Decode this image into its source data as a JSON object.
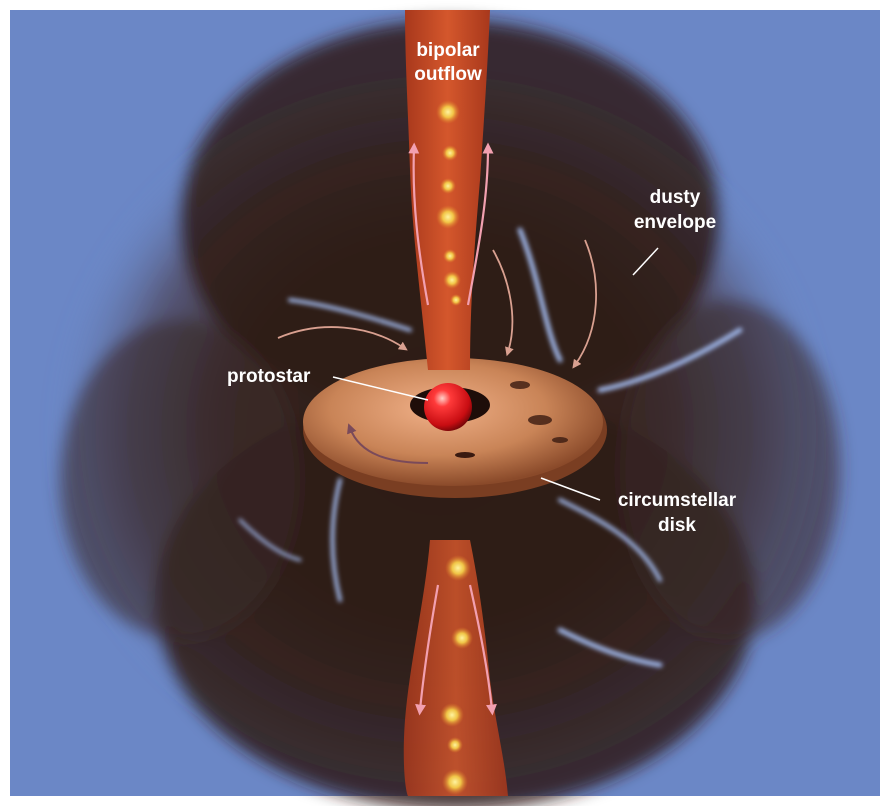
{
  "labels": {
    "outflow_line1": "bipolar",
    "outflow_line2": "outflow",
    "envelope_line1": "dusty",
    "envelope_line2": "envelope",
    "protostar": "protostar",
    "disk_line1": "circumstellar",
    "disk_line2": "disk"
  },
  "colors": {
    "background": "#6b87c6",
    "envelope": "#2e1a14",
    "outflow": "#c84a26",
    "knots": "#f6d24a",
    "disk": "#c98457",
    "protostar": "#e0121a",
    "arrows": "#f2a0b0",
    "infall_arrows": "#d9a090",
    "streaks": "#9fb6e8",
    "label_text": "#ffffff"
  }
}
